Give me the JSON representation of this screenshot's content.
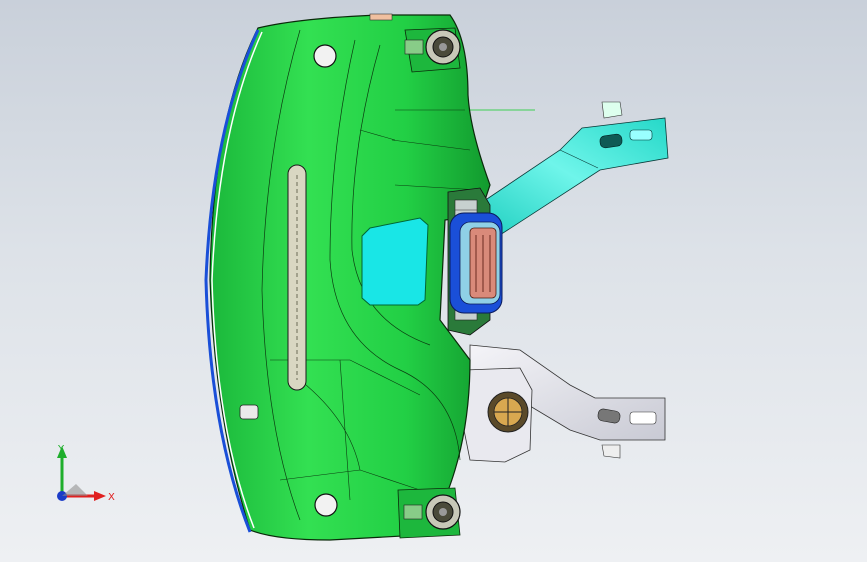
{
  "viewport": {
    "name": "cad-3d-viewport",
    "background_top": "#c9d0da",
    "background_bottom": "#eef0f3"
  },
  "model": {
    "body_color": "#22d14a",
    "body_dark": "#0f9a2b",
    "glass_color": "#19e6e6",
    "duct_color": "#2fe0d0",
    "bracket_color": "#e6e6ee",
    "accent_blue": "#1a4fd8",
    "accent_pink": "#d98a7a"
  },
  "triad": {
    "y_label": "Y",
    "x_label": "X",
    "y_color": "#1fae2c",
    "x_color": "#e02020",
    "z_color": "#1b3cc8"
  }
}
